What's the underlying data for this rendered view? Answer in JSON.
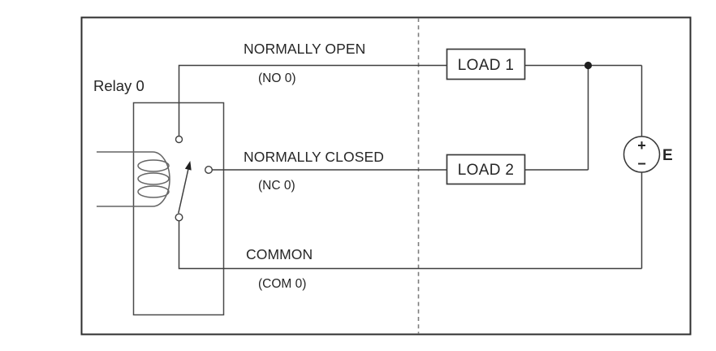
{
  "diagram": {
    "relay": {
      "label": "Relay 0"
    },
    "terminals": {
      "no": {
        "name": "NORMALLY OPEN",
        "pin": "(NO 0)"
      },
      "nc": {
        "name": "NORMALLY CLOSED",
        "pin": "(NC 0)"
      },
      "com": {
        "name": "COMMON",
        "pin": "(COM 0)"
      }
    },
    "loads": {
      "load1": {
        "label": "LOAD 1"
      },
      "load2": {
        "label": "LOAD 2"
      }
    },
    "source": {
      "label": "E",
      "plus_symbol": "+",
      "minus_symbol": "−"
    },
    "colors": {
      "wire": "#3f3f3f",
      "border": "#2e2e2e",
      "coil": "#646464",
      "separator": "#7d7d7d",
      "text": "#262626",
      "junction": "#1f1f1f",
      "background": "#ffffff"
    }
  }
}
